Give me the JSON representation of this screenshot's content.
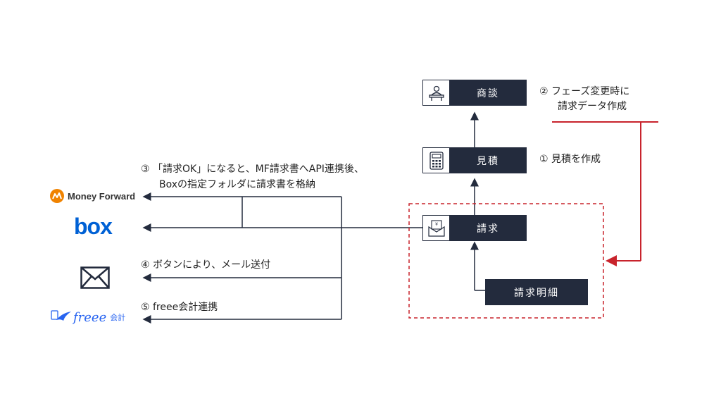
{
  "nodes": {
    "shodan": "商談",
    "mitsumori": "見積",
    "seikyu": "請求",
    "meisai": "請求明細"
  },
  "notes": {
    "step1": "① 見積を作成",
    "step2_line1": "② フェーズ変更時に",
    "step2_line2": "請求データ作成",
    "step3_line1": "③ 「請求OK」になると、MF請求書へAPI連携後、",
    "step3_line2": "Boxの指定フォルダに請求書を格納",
    "step4": "④ ボタンにより、メール送付",
    "step5": "⑤ freee会計連携"
  },
  "logos": {
    "moneyforward_text": "Money Forward",
    "box_text": "box",
    "freee_text": "freee",
    "freee_suffix": "会計"
  },
  "colors": {
    "box_fill": "#232b3d",
    "arrow": "#232b3d",
    "highlight": "#c8232c",
    "mf_orange": "#f08300",
    "box_blue": "#0061d5",
    "freee_blue": "#2864f0"
  }
}
